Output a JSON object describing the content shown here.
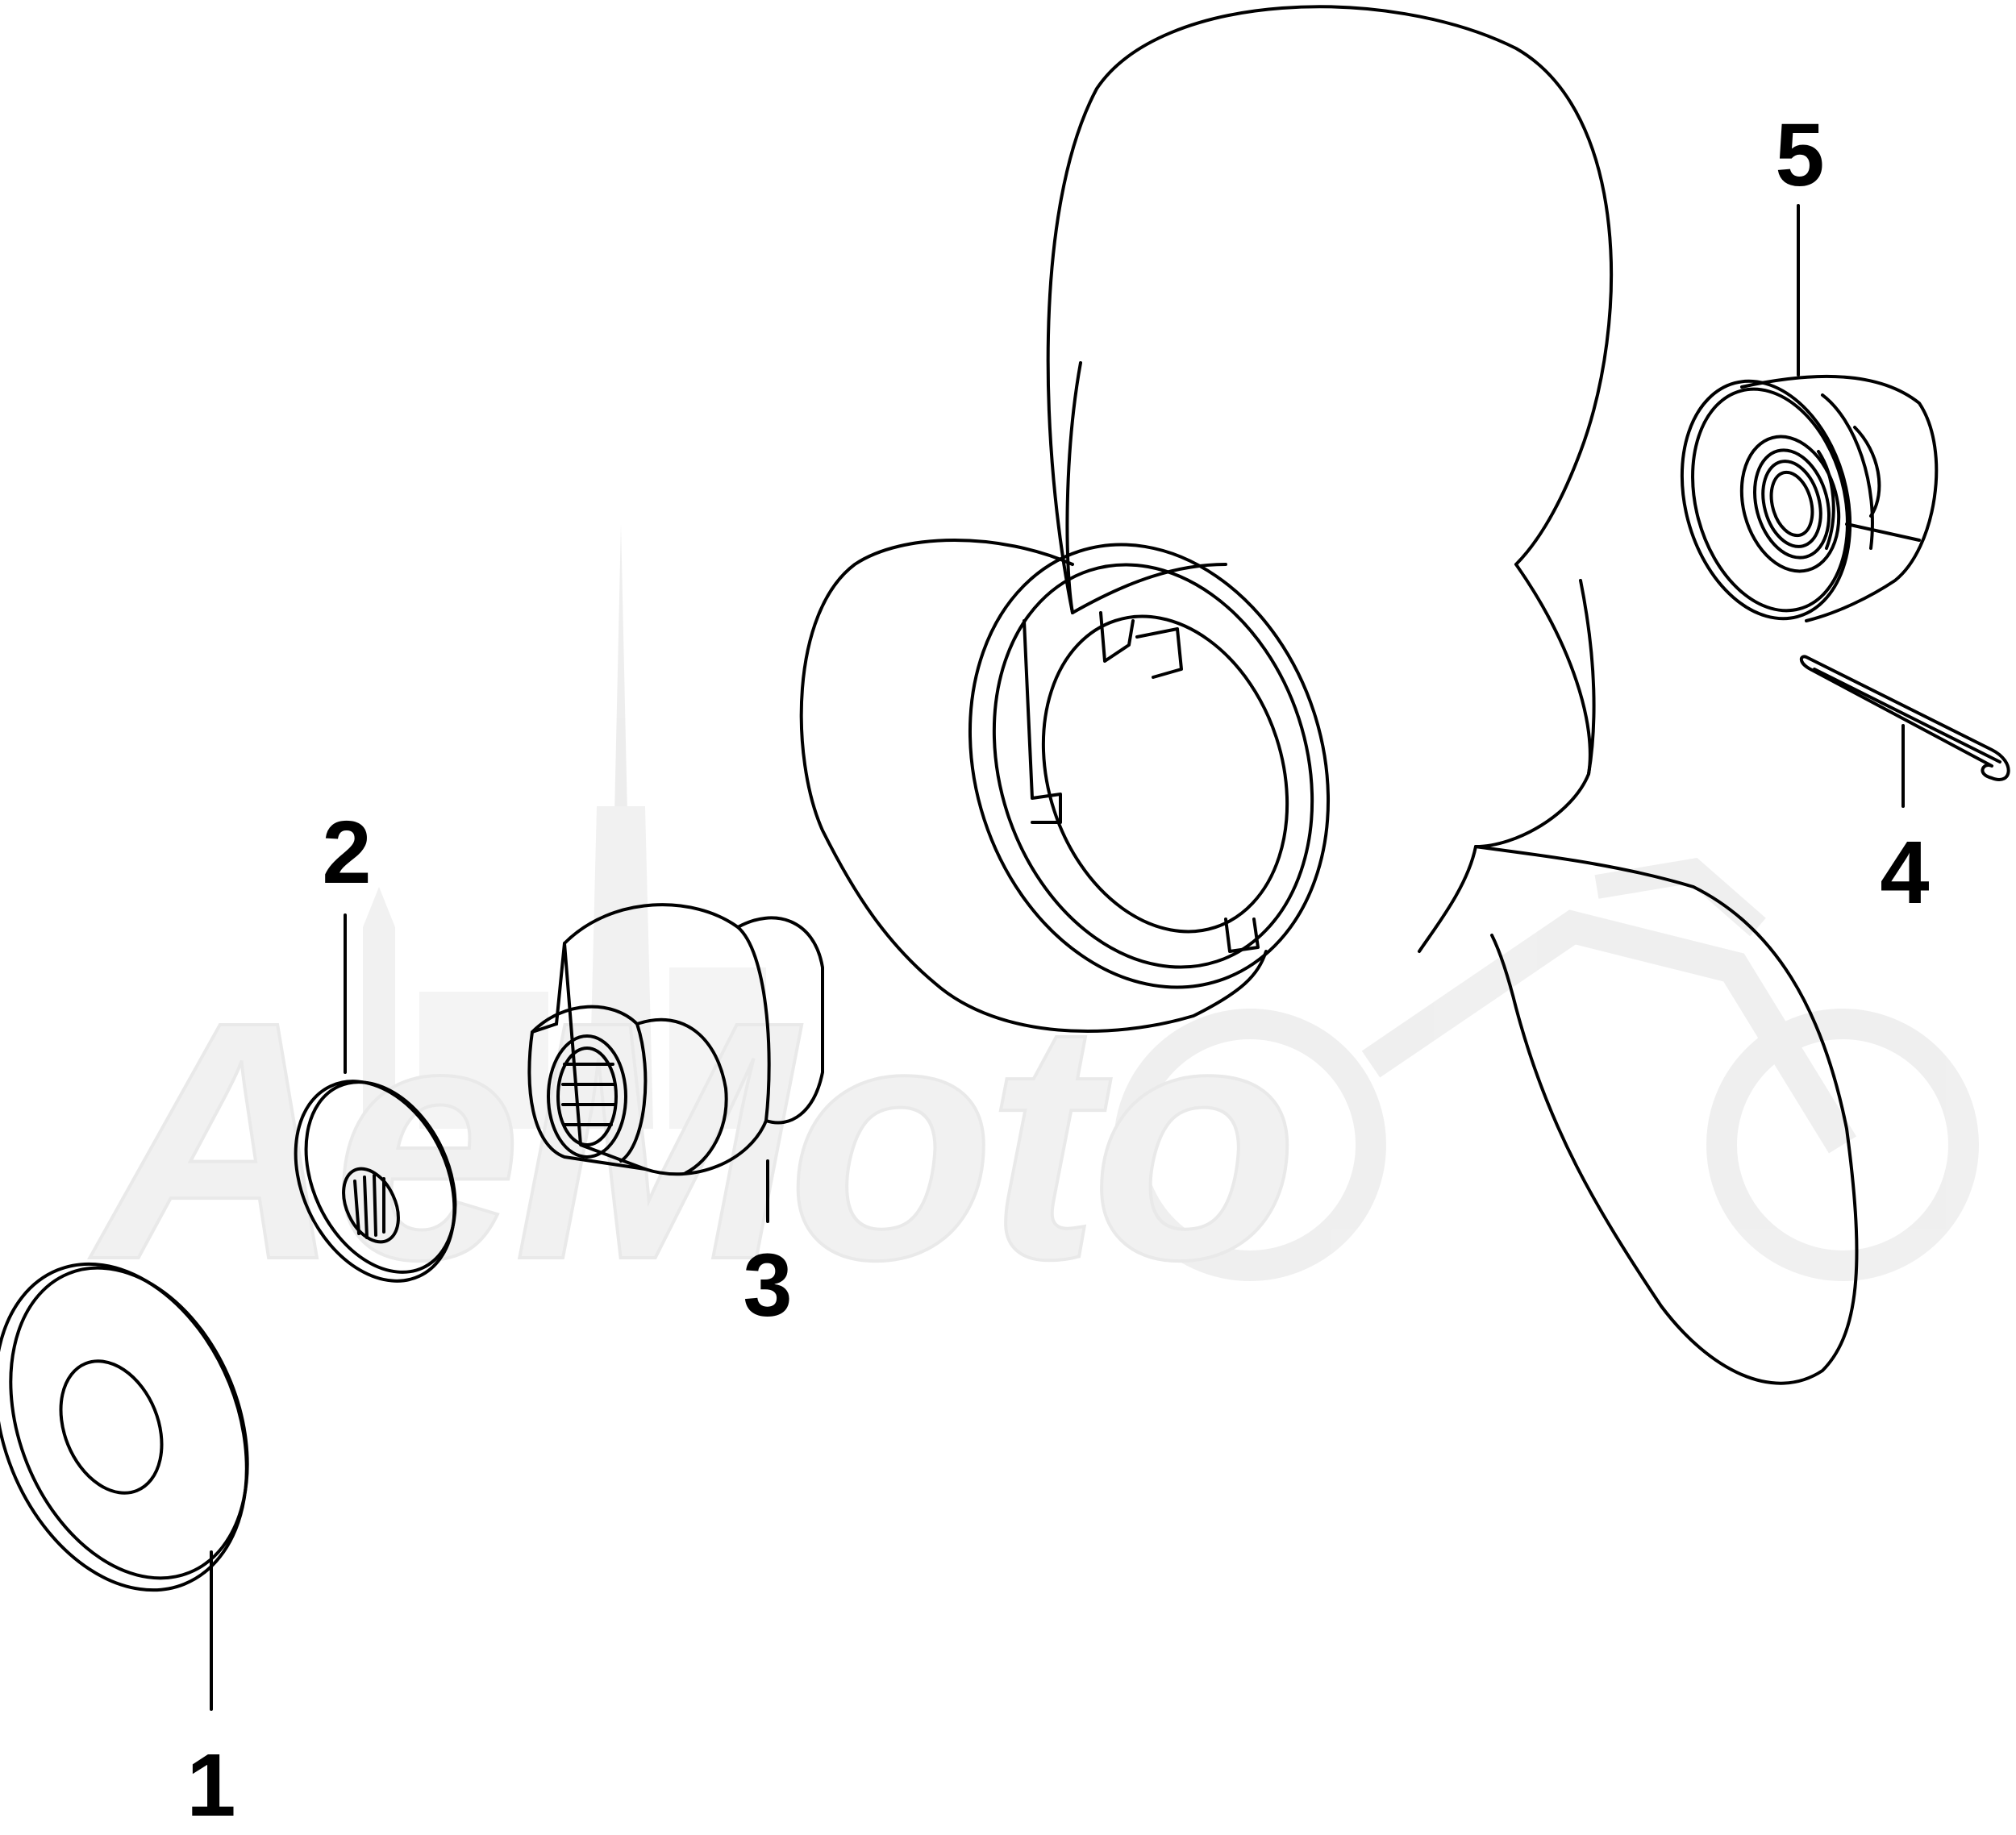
{
  "colors": {
    "line": "#000000",
    "background": "#ffffff",
    "watermark": "#e6e6e6"
  },
  "watermark": {
    "text": "AeMoto"
  },
  "callouts": [
    {
      "id": "1",
      "label": "1"
    },
    {
      "id": "2",
      "label": "2"
    },
    {
      "id": "3",
      "label": "3"
    },
    {
      "id": "4",
      "label": "4"
    },
    {
      "id": "5",
      "label": "5"
    }
  ]
}
